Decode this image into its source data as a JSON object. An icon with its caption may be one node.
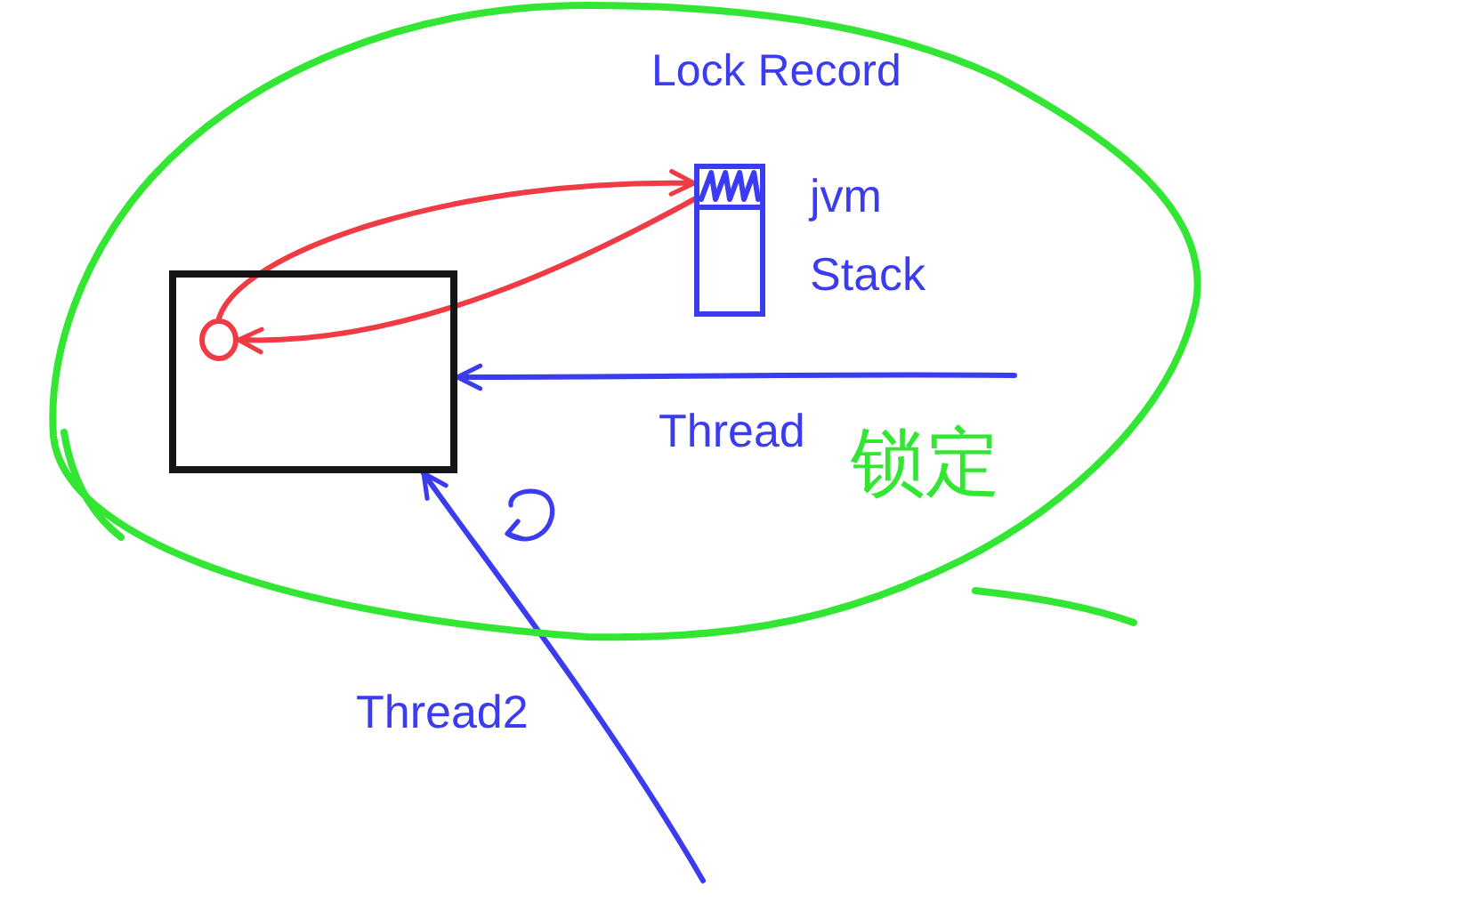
{
  "diagram": {
    "nodes": [
      {
        "text": [
          "锁定"
        ]
      },
      {
        "text": [],
        "shape": "box",
        "in": 0
      },
      {
        "text": [],
        "shape": "circle",
        "in": 1
      },
      {
        "text": [
          "jvm Stack"
        ],
        "in": 0
      },
      {
        "text": [],
        "shape": "box",
        "in": 3
      }
    ],
    "edges": [
      {
        "from": 2,
        "to": 4,
        "arrow": "to",
        "color": "#f03a44"
      },
      {
        "from": 4,
        "to": 2,
        "arrow": "to",
        "color": "#f03a44"
      },
      {
        "from": null,
        "to": 1,
        "arrow": "to",
        "label": "Thread",
        "color": "#3b3bf0"
      },
      {
        "from": null,
        "to": 1,
        "arrow": "to",
        "label": "Thread2",
        "color": "#3b3bf0"
      }
    ],
    "labels": [
      "Lock Record"
    ]
  }
}
